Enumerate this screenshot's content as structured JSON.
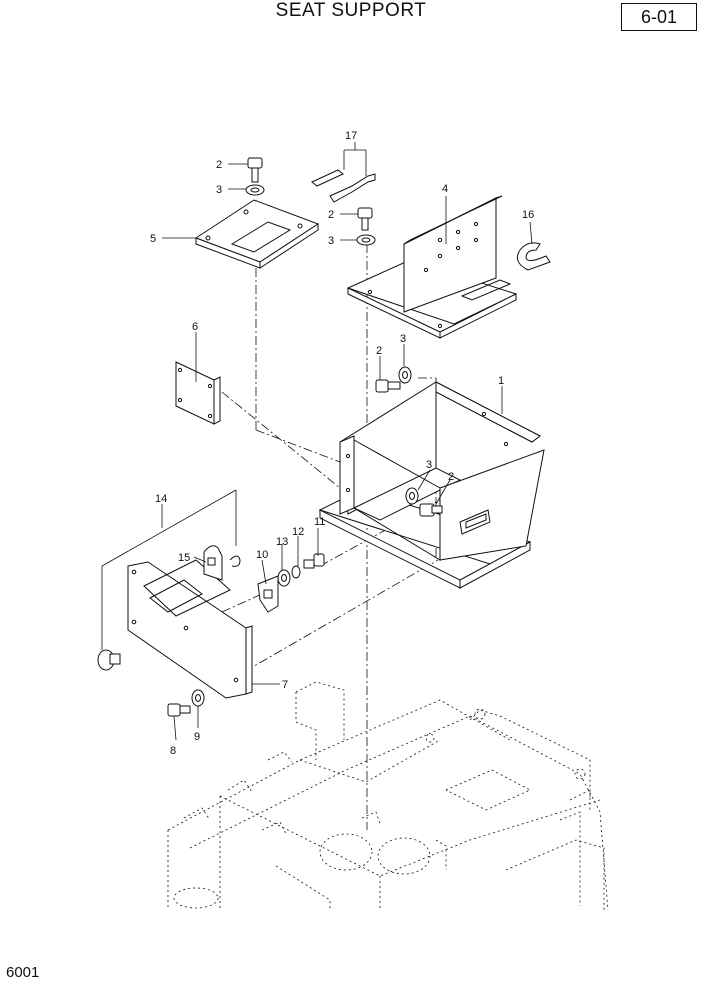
{
  "header": {
    "title": "SEAT SUPPORT",
    "page_ref": "6-01"
  },
  "footer": {
    "code": "6001"
  },
  "callouts": {
    "c1": "1",
    "c2a": "2",
    "c2b": "2",
    "c2c": "2",
    "c2d": "2",
    "c3a": "3",
    "c3b": "3",
    "c3c": "3",
    "c3d": "3",
    "c4": "4",
    "c5": "5",
    "c6": "6",
    "c7": "7",
    "c8": "8",
    "c9": "9",
    "c10": "10",
    "c11": "11",
    "c12": "12",
    "c13": "13",
    "c14": "14",
    "c15": "15",
    "c16": "16",
    "c17": "17"
  }
}
